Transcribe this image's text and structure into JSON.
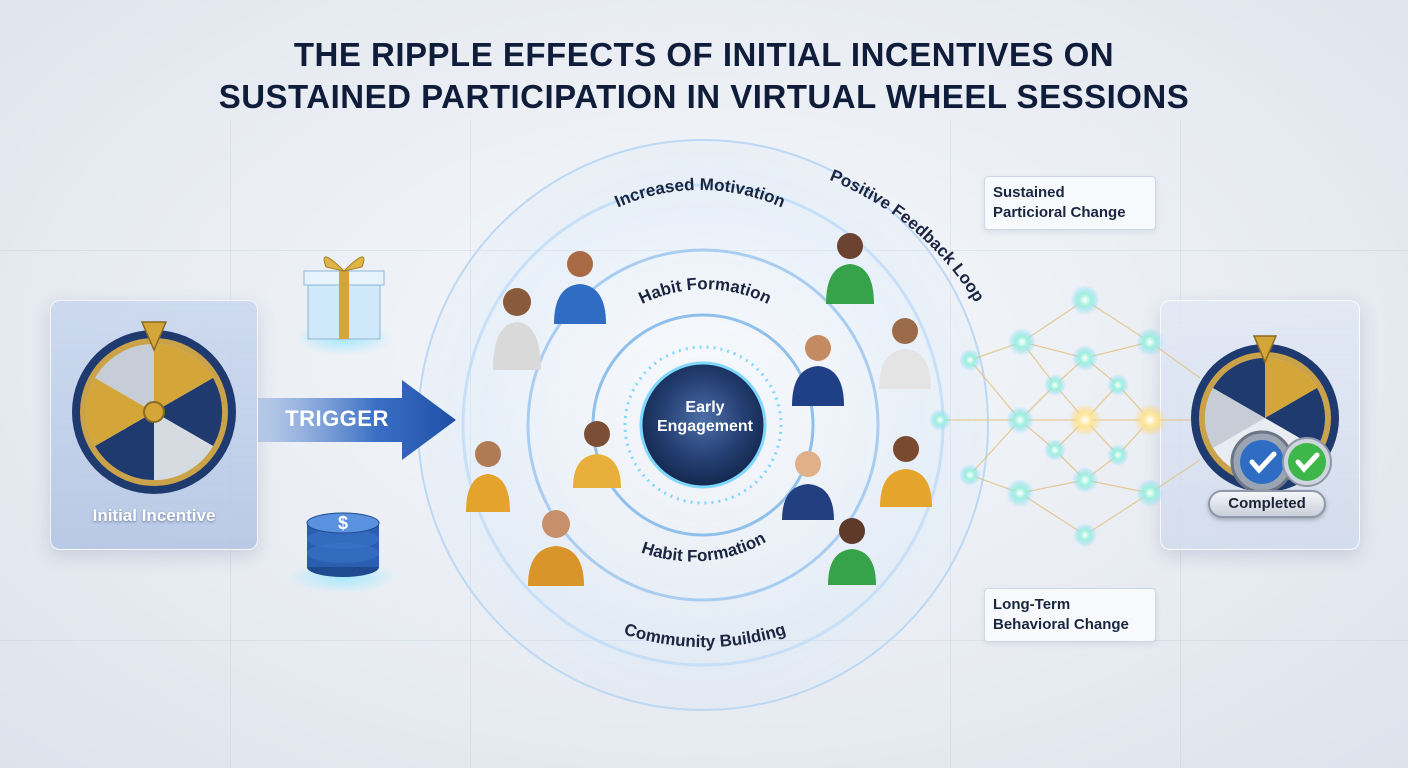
{
  "title": {
    "line1": "THE RIPPLE EFFECTS OF INITIAL INCENTIVES ON",
    "line2": "SUSTAINED PARTICIPATION IN VIRTUAL WHEEL SESSIONS"
  },
  "left_panel": {
    "label": "Initial Incentive"
  },
  "trigger": {
    "label": "TRIGGER"
  },
  "center": {
    "line1": "Early",
    "line2": "Engagement"
  },
  "rings": {
    "increased_motivation": "Increased Motivation",
    "positive_feedback_loop": "Positive Feedback Loop",
    "habit_formation_top": "Habit Formation",
    "habit_formation_bottom": "Habit Formation",
    "community_building": "Community Building"
  },
  "cards": {
    "top": {
      "line1": "Sustained",
      "line2": "Particioral Change"
    },
    "bottom": {
      "line1": "Long-Term",
      "line2": "Behavioral Change"
    }
  },
  "badge": {
    "label": "Completed"
  },
  "icons": {
    "gift": "gift-icon",
    "coins": "dollar-coins-icon",
    "wheel": "prize-wheel-icon",
    "check": "checkmark-icon",
    "network": "network-nodes-icon"
  },
  "colors": {
    "navy": "#1f3a6e",
    "gold": "#d4a63a",
    "arrow_blue": "#2f63b8",
    "glow_cyan": "#7fd8ff",
    "check_green": "#3db64a"
  }
}
